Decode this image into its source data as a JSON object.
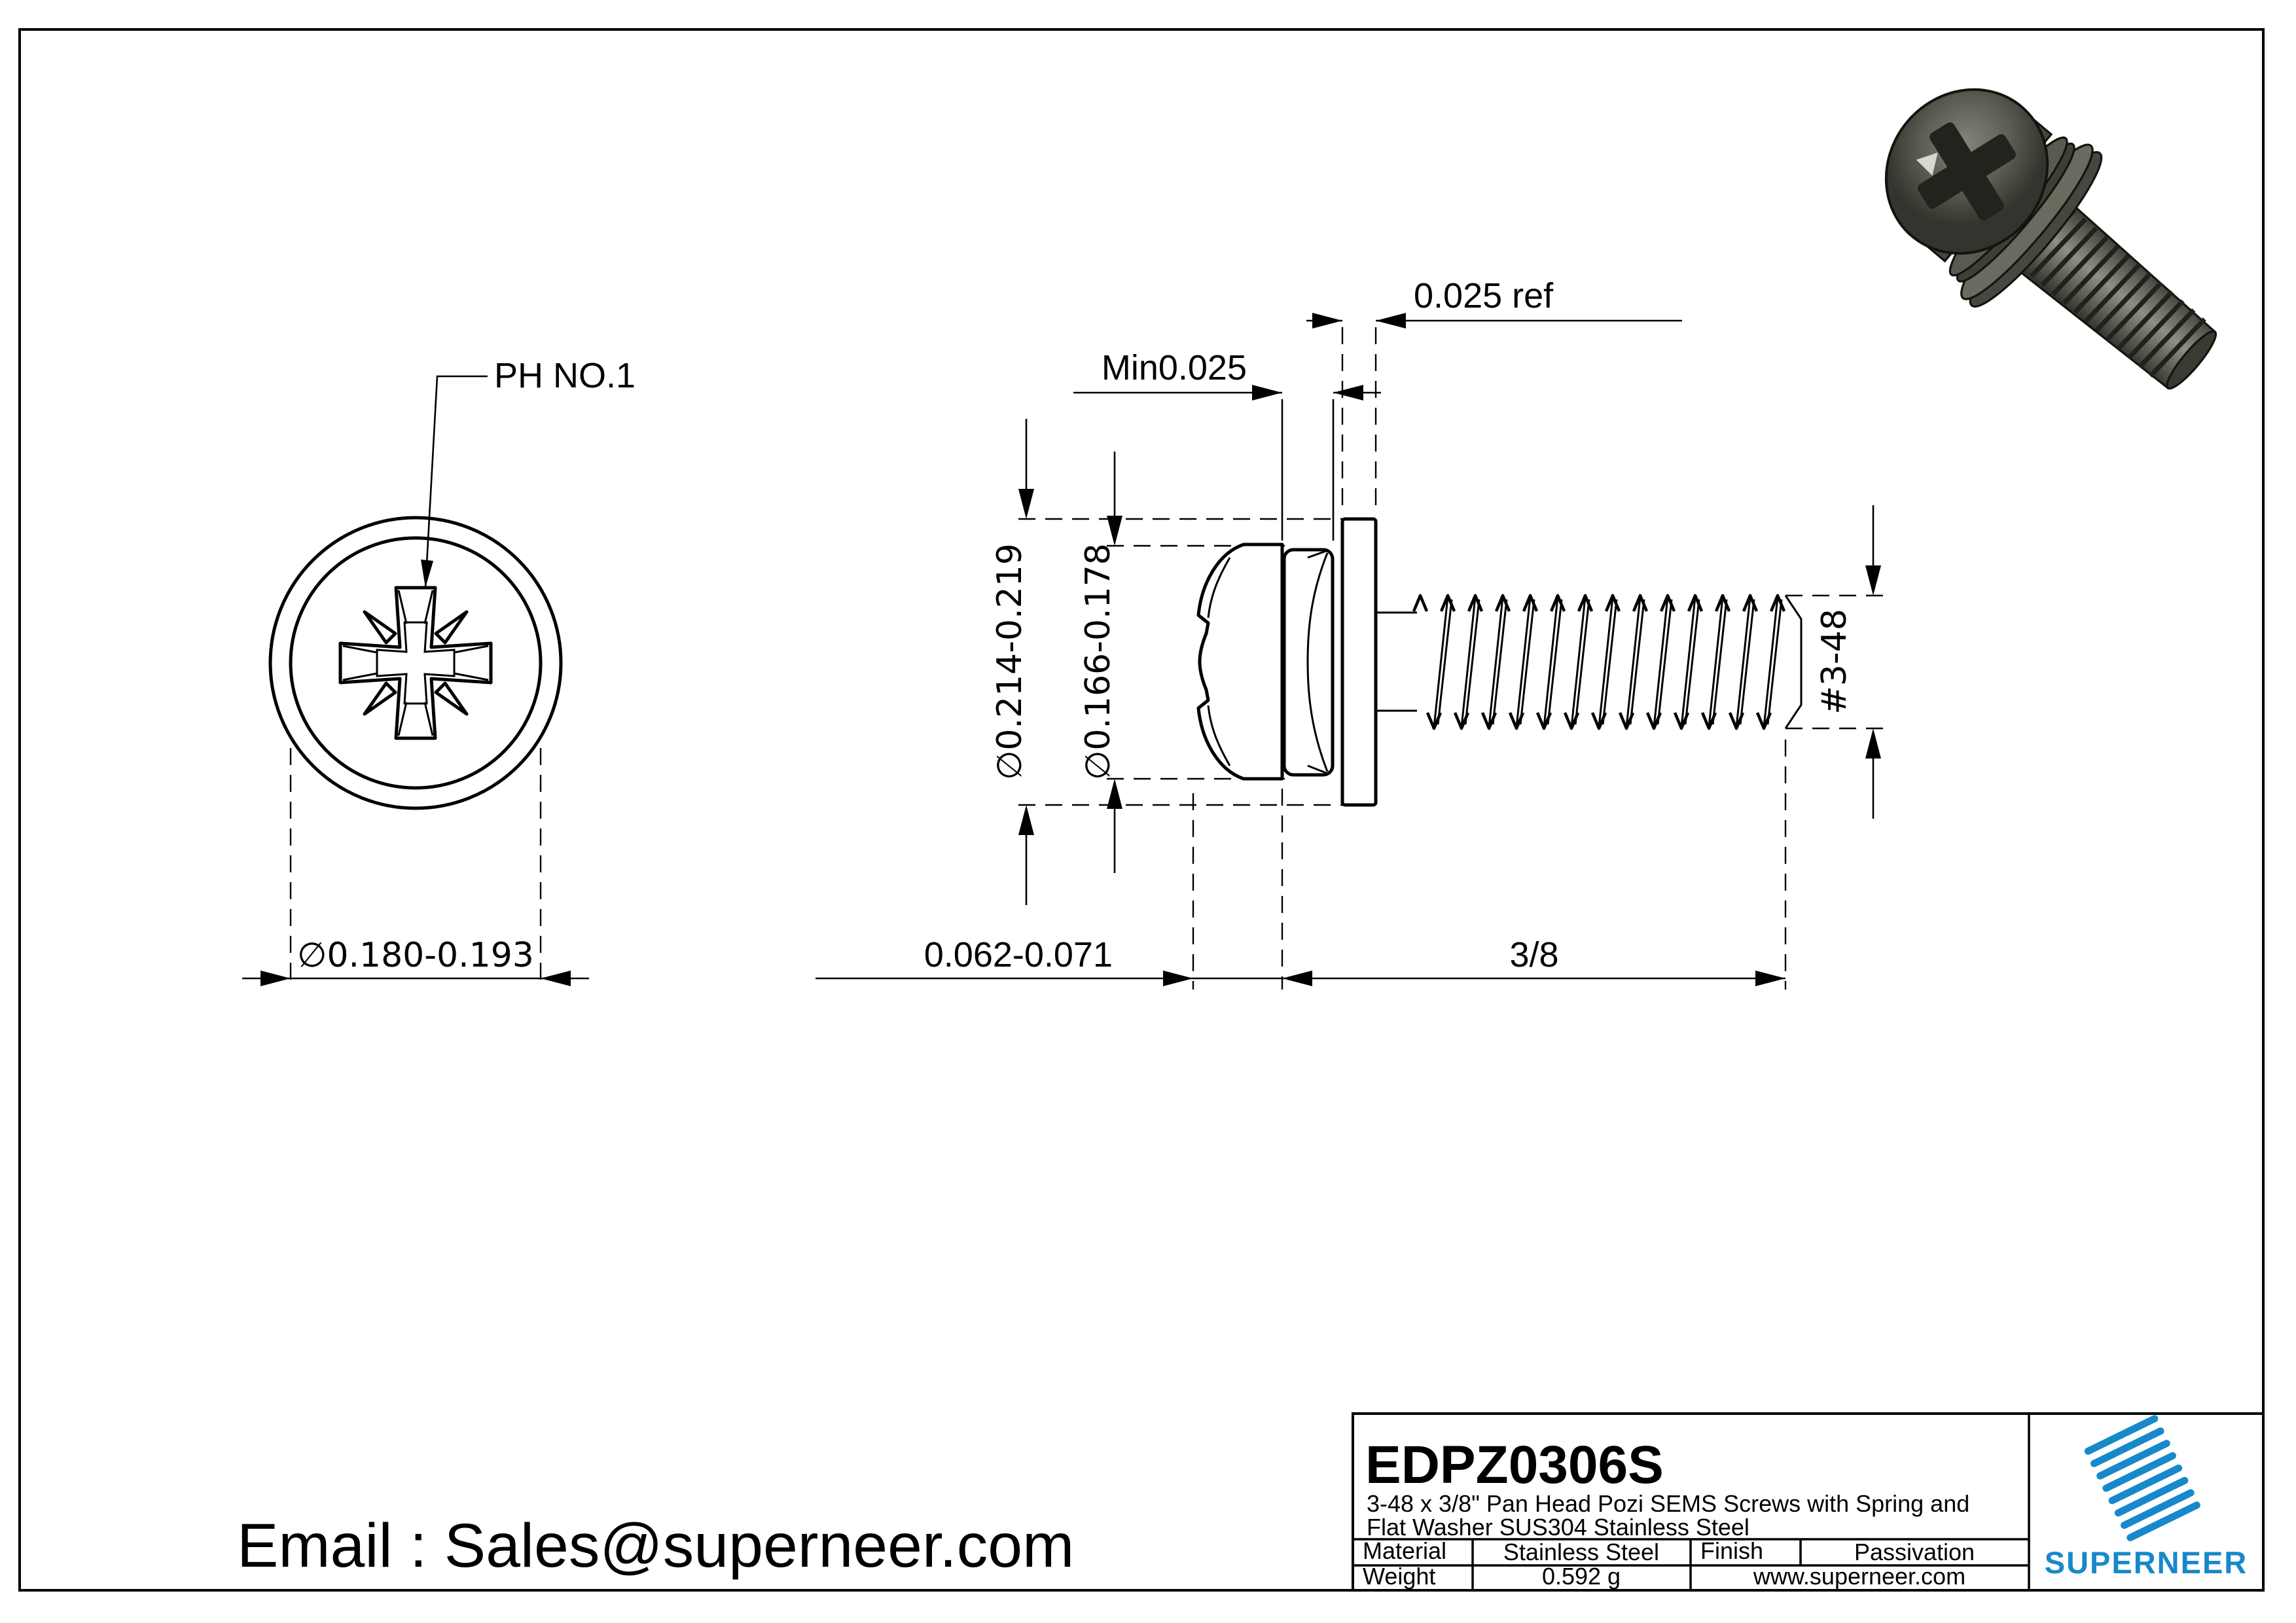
{
  "front_view": {
    "drive_label": "PH NO.1",
    "head_diameter": "∅0.180-0.193"
  },
  "side_view": {
    "washer_od": "∅0.214-0.219",
    "head_diameter": "∅0.166-0.178",
    "spring_washer_min": "Min0.025",
    "flat_washer_ref": "0.025 ref",
    "thread_size": "#3-48",
    "head_height": "0.062-0.071",
    "thread_length": "3/8"
  },
  "footer": {
    "email": "Email : Sales@superneer.com"
  },
  "title_block": {
    "part_number": "EDPZ0306S",
    "description_line1": "3-48 x 3/8\" Pan Head Pozi SEMS Screws with Spring and",
    "description_line2": "Flat Washer SUS304 Stainless Steel",
    "material_label": "Material",
    "material_value": "Stainless Steel",
    "finish_label": "Finish",
    "finish_value": "Passivation",
    "weight_label": "Weight",
    "weight_value": "0.592 g",
    "website": "www.superneer.com",
    "brand": "SUPERNEER"
  },
  "colors": {
    "accent_blue": "#1789ca",
    "line_black": "#000000",
    "metal_dark": "#3c3c35",
    "metal_mid": "#5d5d53",
    "metal_light": "#8f8f82"
  }
}
